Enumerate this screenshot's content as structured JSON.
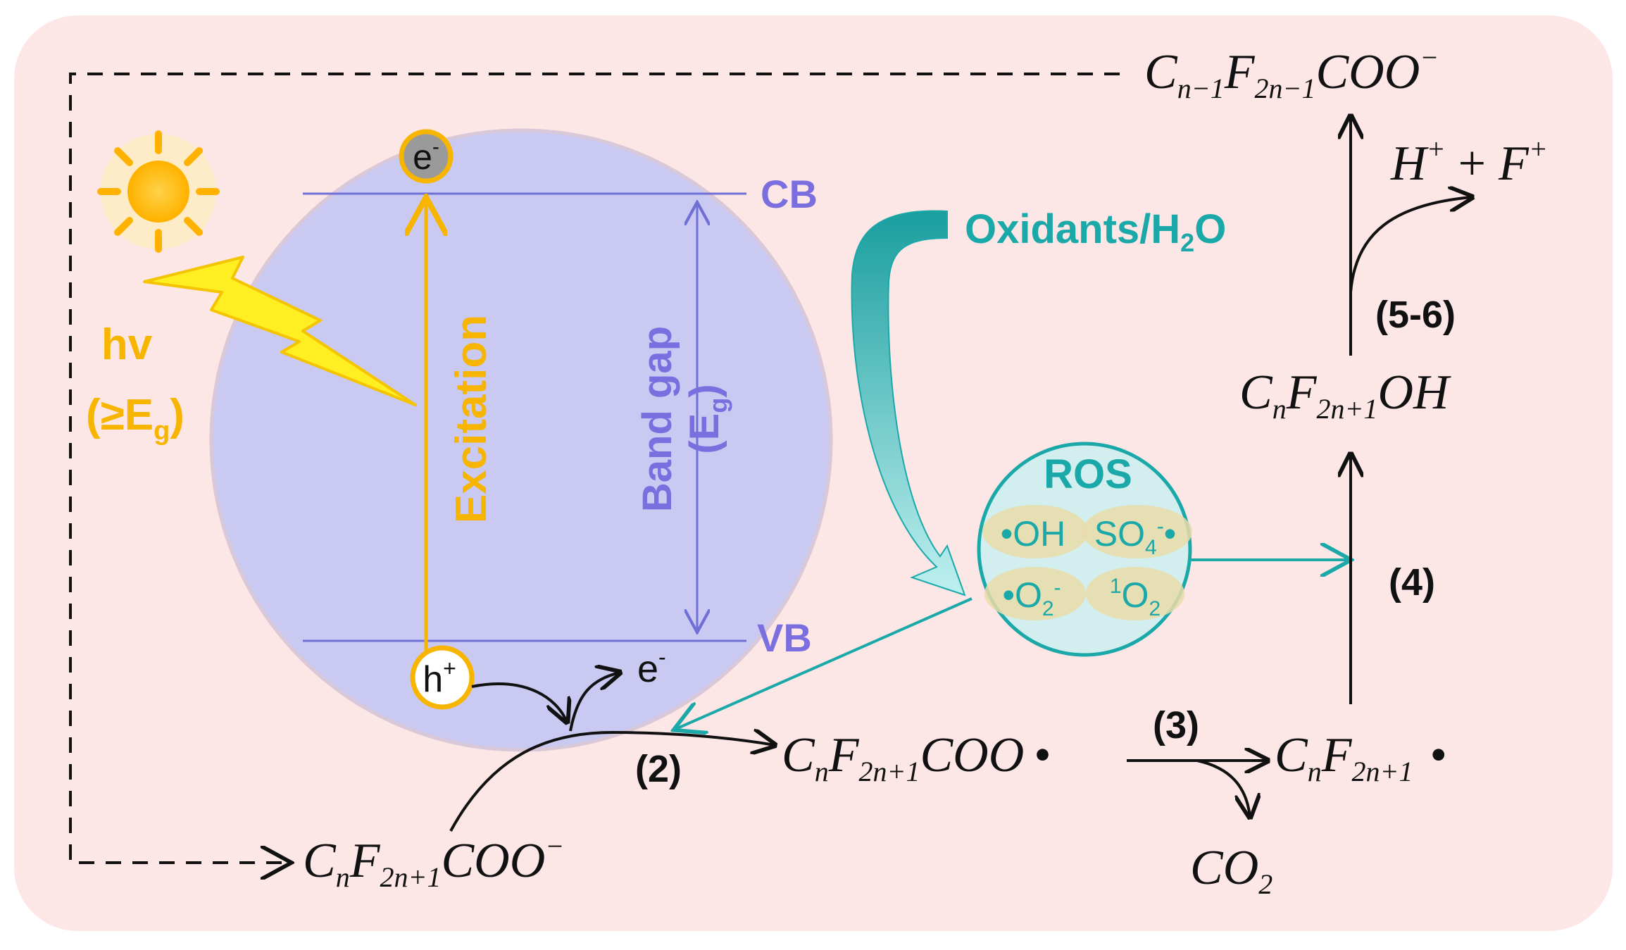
{
  "colors": {
    "background_panel": "#fde6e6",
    "semiconductor": "#c9c9f2",
    "band_line": "#6f6fd6",
    "band_label": "#7b6fe0",
    "excitation": "#f7b500",
    "sun": "#ffc400",
    "teal": "#1aa8a8",
    "ros_fill": "#d2eeee",
    "ros_blob": "#eadca8",
    "dark": "#111111"
  },
  "icons": {
    "sun": "sun-icon",
    "lightning": "lightning-bolt-icon"
  },
  "light": {
    "label_line1": "hv",
    "label_line2_prefix": "(≥E",
    "label_line2_sub": "g",
    "label_line2_suffix": ")"
  },
  "semiconductor": {
    "cb_label": "CB",
    "vb_label": "VB",
    "electron_label": "e",
    "electron_sup": "-",
    "hole_label": "h",
    "hole_sup": "+",
    "excitation_label": "Excitation",
    "band_gap_line1": "Band gap",
    "band_gap_line2_prefix": "(E",
    "band_gap_line2_sub": "g",
    "band_gap_line2_suffix": ")",
    "ejected_electron": "e",
    "ejected_electron_sup": "-"
  },
  "oxidants": {
    "label_prefix": "Oxidants/H",
    "label_sub": "2",
    "label_suffix": "O"
  },
  "ros": {
    "title": "ROS",
    "species": {
      "oh": "•OH",
      "so4_base": "SO",
      "so4_sub": "4",
      "so4_sup": "-",
      "so4_dot": "•",
      "o2_dot": "•O",
      "o2_sub": "2",
      "o2_sup": "-",
      "singlet_sup": "1",
      "singlet_base": "O",
      "singlet_sub": "2"
    }
  },
  "steps": {
    "step2": "(2)",
    "step3": "(3)",
    "step4": "(4)",
    "step56": "(5-6)"
  },
  "species": {
    "pfca": {
      "c": "C",
      "c_sub": "n",
      "f": "F",
      "f_sub": "2n+1",
      "tail": "COO",
      "tail_sup": "−"
    },
    "radical_coo": {
      "c": "C",
      "c_sub": "n",
      "f": "F",
      "f_sub": "2n+1",
      "tail": "COO",
      "dot": "•"
    },
    "radical_alkyl": {
      "c": "C",
      "c_sub": "n",
      "f": "F",
      "f_sub": "2n+1",
      "dot": "•"
    },
    "co2": {
      "base": "CO",
      "sub": "2"
    },
    "alcohol": {
      "c": "C",
      "c_sub": "n",
      "f": "F",
      "f_sub": "2n+1",
      "tail": "OH"
    },
    "ions": {
      "h": "H",
      "h_sup": "+",
      "plus": "+",
      "f": "F",
      "f_sup": "+"
    },
    "shorter": {
      "c": "C",
      "c_sub": "n−1",
      "f": "F",
      "f_sub": "2n−1",
      "tail": "COO",
      "tail_sup": "−"
    }
  }
}
